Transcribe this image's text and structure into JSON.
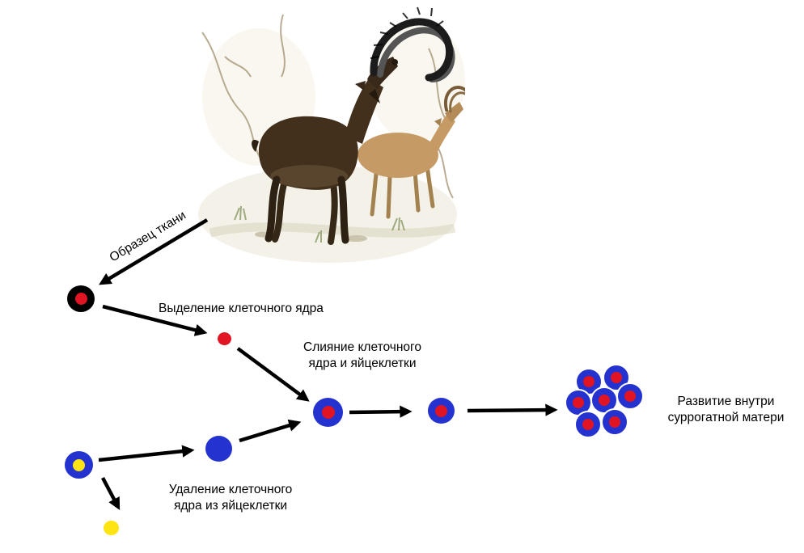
{
  "labels": {
    "tissue_sample": "Образец ткани",
    "nucleus_isolation": "Выделение клеточного ядра",
    "fusion": "Слияние клеточного\nядра и яйцеклетки",
    "nucleus_removal": "Удаление клеточного\nядра из яйцеклетки",
    "development": "Развитие внутри\nсуррогатной матери"
  },
  "colors": {
    "cell_blue": "#2433cf",
    "nucleus_red": "#e01422",
    "egg_yellow": "#ffe414",
    "cell_black": "#000000",
    "arrow": "#000000",
    "text": "#000000"
  }
}
